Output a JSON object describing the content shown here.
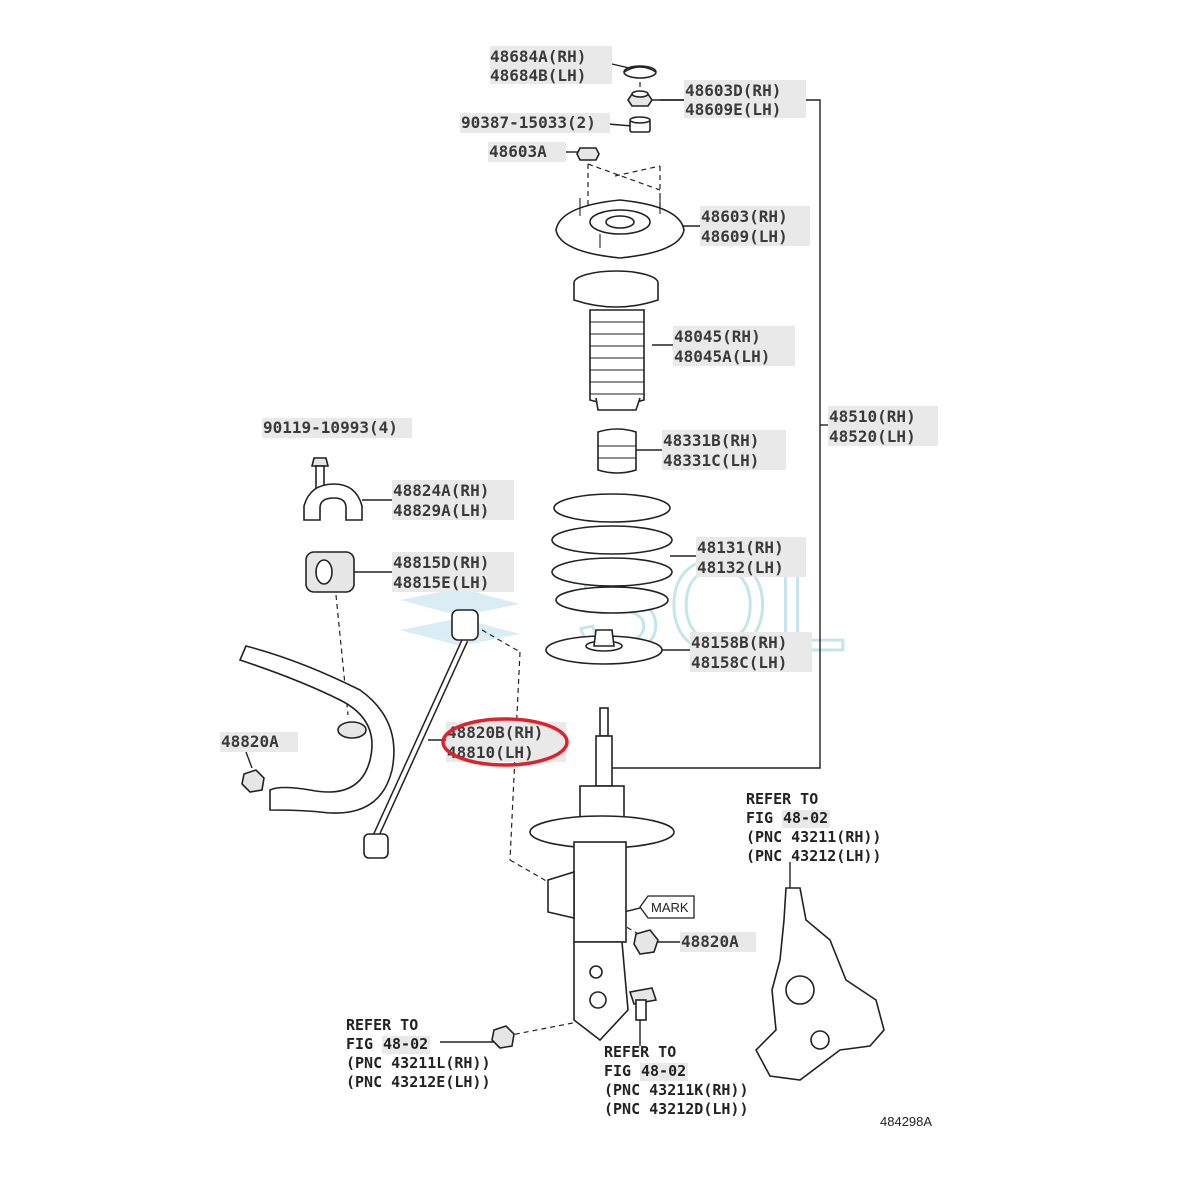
{
  "labels": {
    "cap_rh": "48684A(RH)",
    "cap_lh": "48684B(LH)",
    "nut_top_rh": "48603D(RH)",
    "nut_top_lh": "48609E(LH)",
    "collar": "90387-15033(2)",
    "mount_nut": "48603A",
    "support_rh": "48603(RH)",
    "support_lh": "48609(LH)",
    "boot_rh": "48045(RH)",
    "boot_lh": "48045A(LH)",
    "assy_rh": "48510(RH)",
    "assy_lh": "48520(LH)",
    "bolt": "90119-10993(4)",
    "bump_rh": "48331B(RH)",
    "bump_lh": "48331C(LH)",
    "bracket_rh": "48824A(RH)",
    "bracket_lh": "48829A(LH)",
    "spring_rh": "48131(RH)",
    "spring_lh": "48132(LH)",
    "bushing_rh": "48815D(RH)",
    "bushing_lh": "48815E(LH)",
    "seat_rh": "48158B(RH)",
    "seat_lh": "48158C(LH)",
    "link_rh": "48820B(RH)",
    "link_lh": "48810(LH)",
    "link_nut_left": "48820A",
    "link_nut_right": "48820A",
    "mark": "MARK",
    "diagram_id": "484298A"
  },
  "refs": {
    "knuckle": {
      "line1": "REFER TO",
      "fig_prefix": "FIG",
      "fig": "48-02",
      "pnc_rh": "(PNC 43211(RH))",
      "pnc_lh": "(PNC 43212(LH))"
    },
    "lower_left": {
      "line1": "REFER TO",
      "fig_prefix": "FIG",
      "fig": "48-02",
      "pnc_rh": "(PNC 43211L(RH))",
      "pnc_lh": "(PNC 43212E(LH))"
    },
    "lower_mid": {
      "line1": "REFER TO",
      "fig_prefix": "FIG",
      "fig": "48-02",
      "pnc_rh": "(PNC 43211K(RH))",
      "pnc_lh": "(PNC 43212D(LH))"
    }
  },
  "watermark": "SOL",
  "colors": {
    "highlight": "#e0202a",
    "watermark": "#bfe3ea",
    "label_bg": "#e9e9e9"
  }
}
